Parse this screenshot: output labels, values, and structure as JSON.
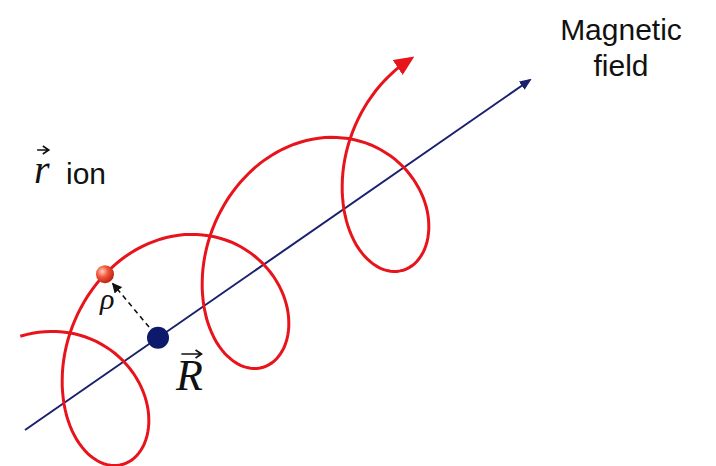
{
  "diagram": {
    "labels": [
      "Magnetic field",
      "r",
      "ion",
      "ρ",
      "R"
    ]
  }
}
